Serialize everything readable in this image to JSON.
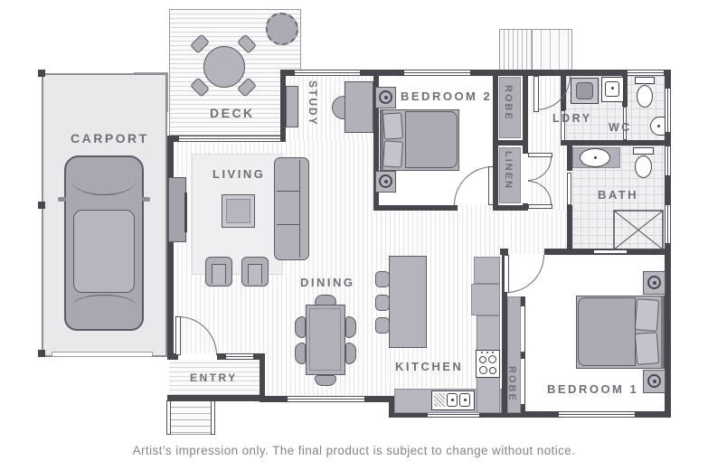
{
  "rooms": {
    "carport": "CARPORT",
    "deck": "DECK",
    "study": "STUDY",
    "living": "LIVING",
    "bedroom2": "BEDROOM 2",
    "robe2": "ROBE",
    "linen": "LINEN",
    "ldry": "LDRY",
    "wc": "WC",
    "bath": "BATH",
    "dining": "DINING",
    "kitchen": "KITCHEN",
    "entry": "ENTRY",
    "robe1": "ROBE",
    "bedroom1": "BEDROOM 1"
  },
  "caption": "Artist’s impression only. The final product is subject to change without notice.",
  "colors": {
    "wall": "#47474e",
    "furniture": "#b1b1ba",
    "label": "#6f6f77",
    "caption_text": "#84848b",
    "tile_floor": "#eef0f2",
    "carport_floor": "#e9e9ec"
  }
}
